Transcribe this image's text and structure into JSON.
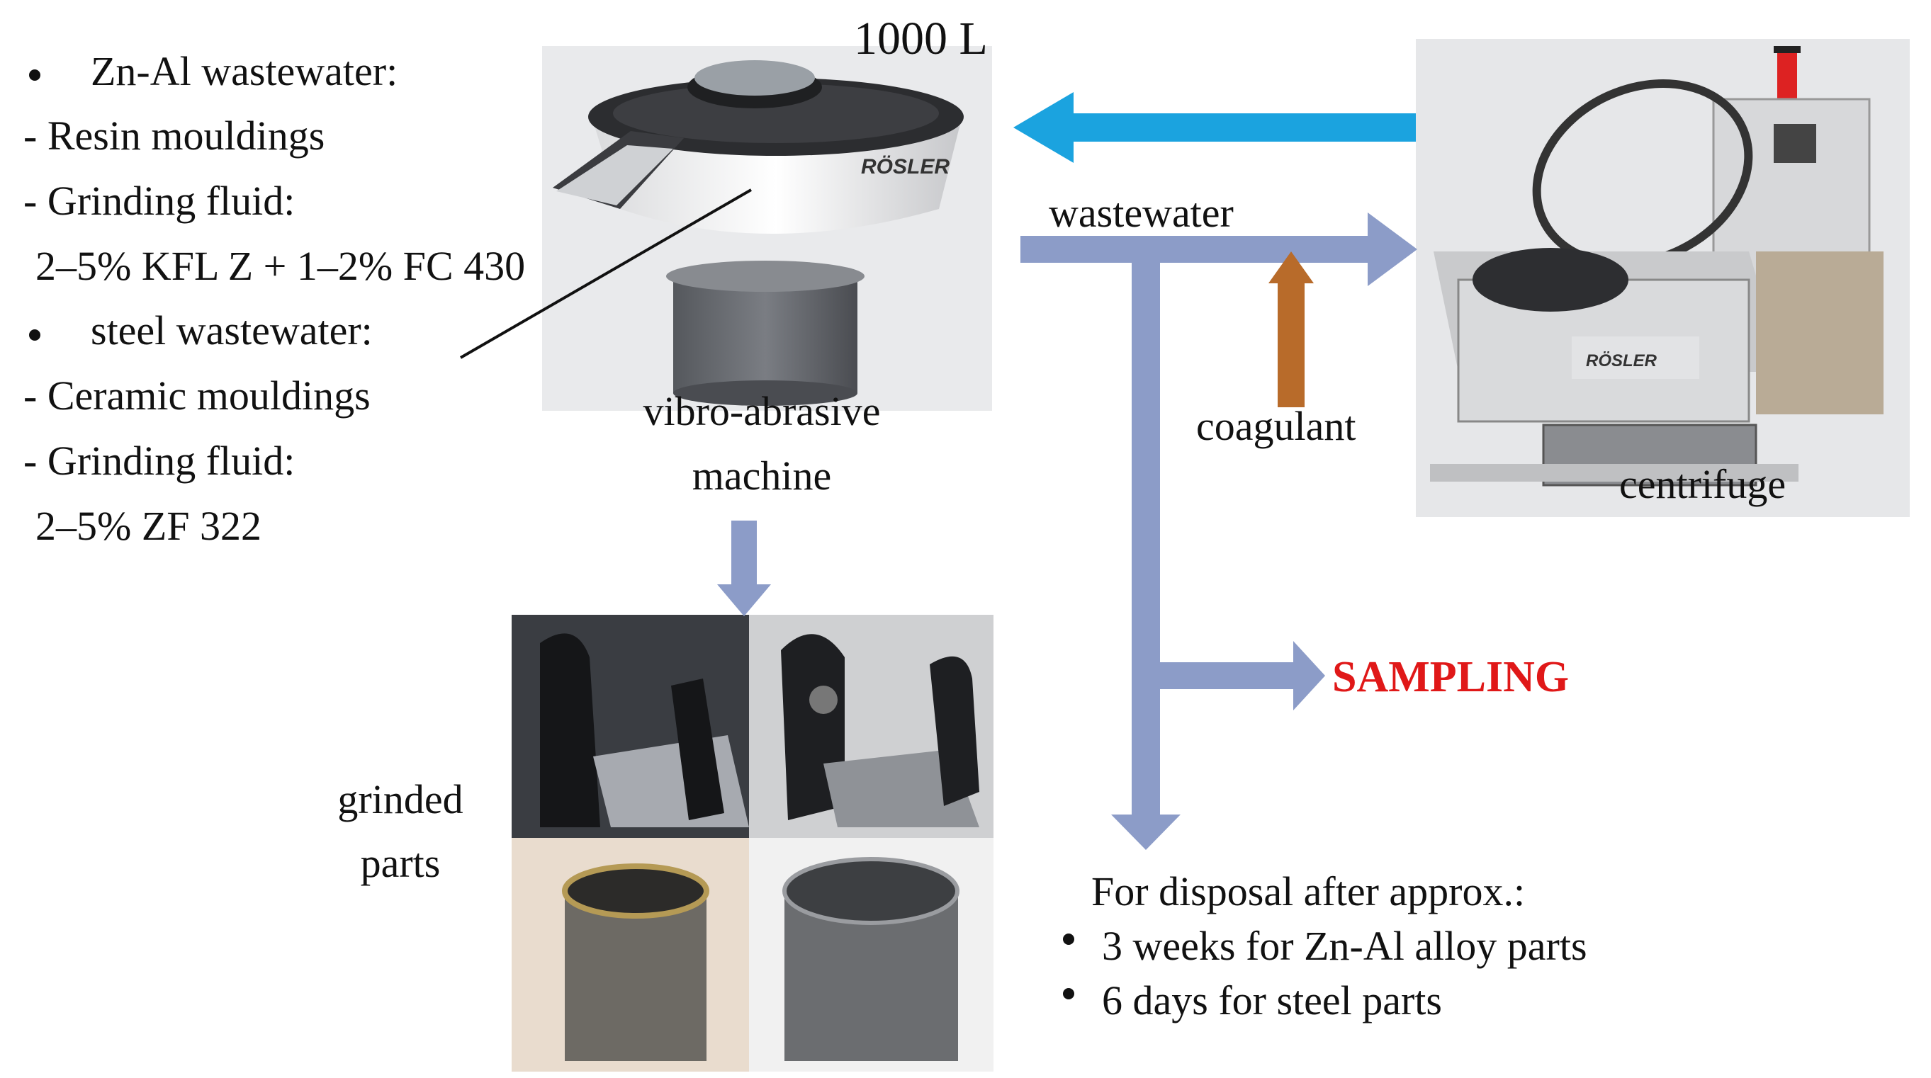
{
  "left_notes": {
    "zn_heading": "Zn-Al wastewater:",
    "zn_items": [
      "- Resin mouldings",
      "- Grinding fluid:",
      "2–5% KFL Z + 1–2% FC 430"
    ],
    "steel_heading": "steel wastewater:",
    "steel_items": [
      "- Ceramic mouldings",
      "- Grinding fluid:",
      "2–5% ZF 322"
    ]
  },
  "labels": {
    "capacity": "1000 L",
    "vibro": [
      "vibro-abrasive",
      "machine"
    ],
    "wastewater": "wastewater",
    "coagulant": "coagulant",
    "centrifuge": "centrifuge",
    "sampling": "SAMPLING",
    "grinded": [
      "grinded",
      "parts"
    ]
  },
  "disposal": {
    "heading": "For disposal after approx.:",
    "items": [
      "3 weeks for Zn-Al alloy parts",
      "6 days for steel parts"
    ]
  },
  "photo_logo": "RÖSLER",
  "colors": {
    "flow_arrow": "#8c9cc8",
    "return_arrow": "#1ba3df",
    "coagulant_arrow": "#b86b2a",
    "sampling_text": "#e01818"
  },
  "photo_icons": [
    "vibro-machine-photo",
    "centrifuge-photo",
    "grinded-parts-photo"
  ]
}
